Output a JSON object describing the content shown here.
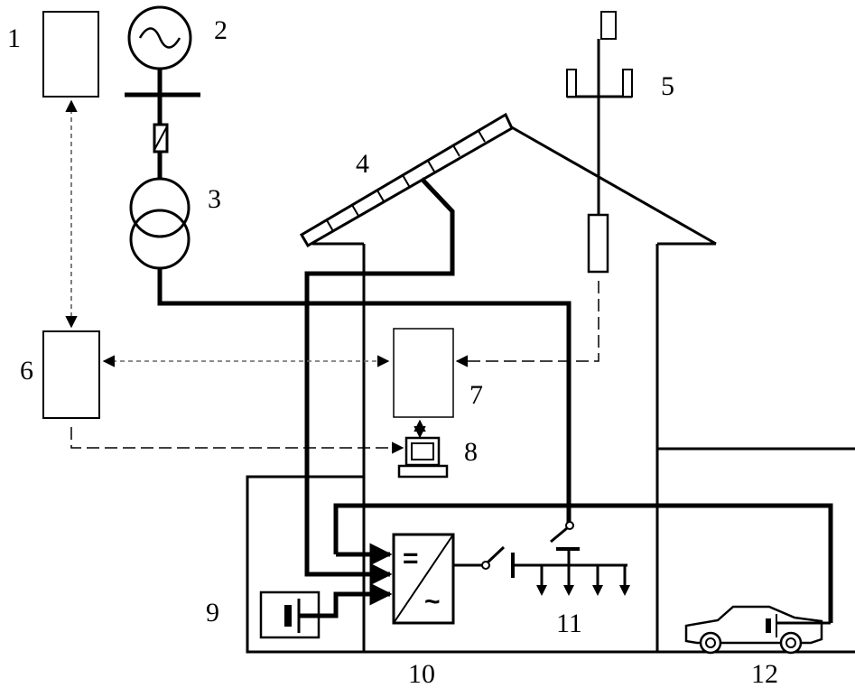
{
  "labels": {
    "l1": "1",
    "l2": "2",
    "l3": "3",
    "l4": "4",
    "l5": "5",
    "l6": "6",
    "l7": "7",
    "l8": "8",
    "l9": "9",
    "l10": "10",
    "l11": "11",
    "l12": "12"
  },
  "inverter": {
    "dc_symbol": "=",
    "ac_symbol": "~"
  },
  "colors": {
    "line": "#000000",
    "dashed": "#444444",
    "background": "#ffffff"
  }
}
